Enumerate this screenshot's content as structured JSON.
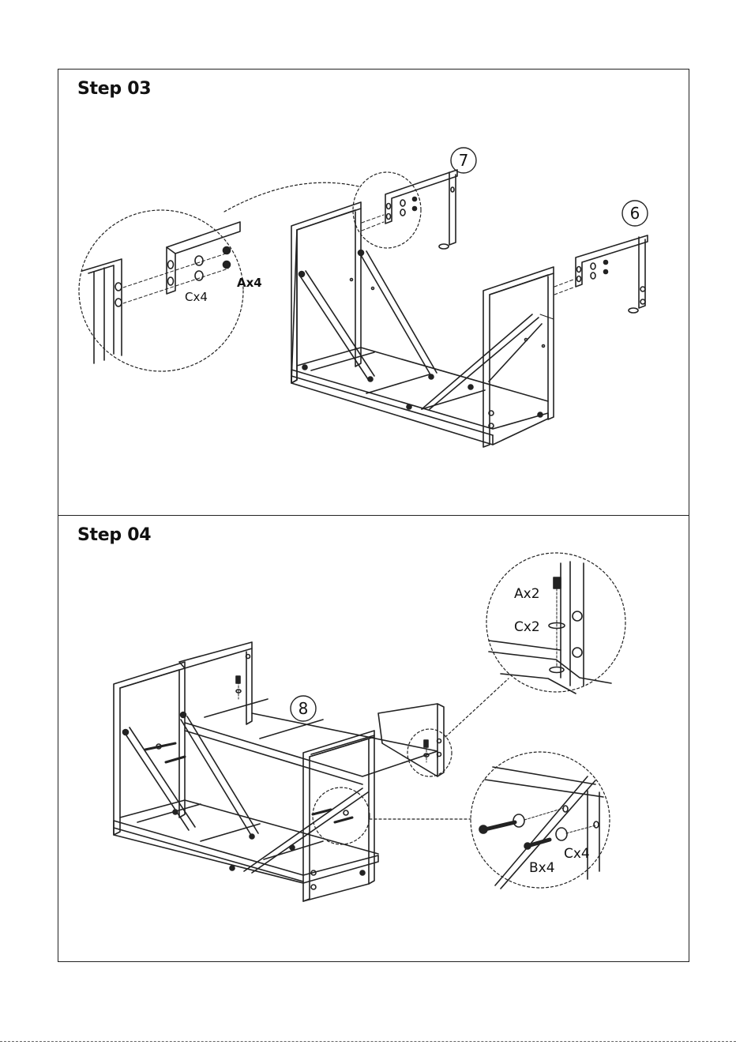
{
  "step3": {
    "title": "Step 03",
    "part_labels": {
      "seven": "7",
      "six": "6"
    },
    "hardware": {
      "a": "Ax4",
      "c": "Cx4"
    }
  },
  "step4": {
    "title": "Step 04",
    "part_labels": {
      "eight": "8"
    },
    "hardware_top": {
      "a": "Ax2",
      "c": "Cx2"
    },
    "hardware_bottom": {
      "b": "Bx4",
      "c": "Cx4"
    }
  }
}
